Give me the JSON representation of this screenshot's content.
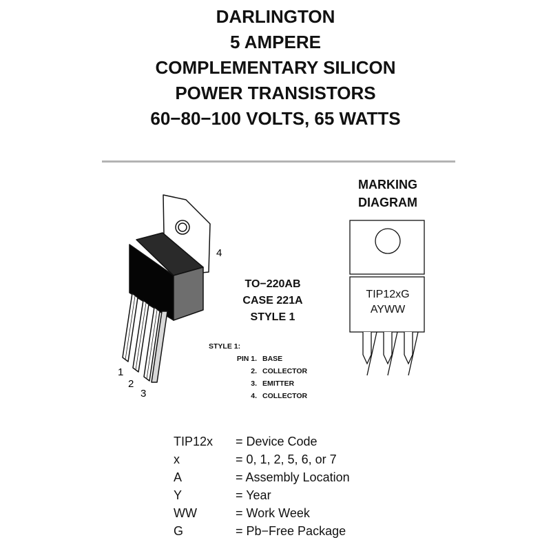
{
  "title": {
    "lines": [
      "DARLINGTON",
      "5 AMPERE",
      "COMPLEMENTARY SILICON",
      "POWER TRANSISTORS",
      "60−80−100 VOLTS, 65 WATTS"
    ]
  },
  "package": {
    "lines": [
      "TO−220AB",
      "CASE 221A",
      "STYLE 1"
    ],
    "tab_pin_label": "4",
    "pin_labels": [
      "1",
      "2",
      "3"
    ]
  },
  "marking_diagram": {
    "title_lines": [
      "MARKING",
      "DIAGRAM"
    ],
    "marking_lines": [
      "TIP12xG",
      "AYWW"
    ]
  },
  "style_pins": {
    "header": "STYLE 1:",
    "rows": [
      {
        "num": "PIN 1.",
        "name": "BASE"
      },
      {
        "num": "2.",
        "name": "COLLECTOR"
      },
      {
        "num": "3.",
        "name": "EMITTER"
      },
      {
        "num": "4.",
        "name": "COLLECTOR"
      }
    ]
  },
  "legend": [
    {
      "code": "TIP12x",
      "desc": "= Device Code"
    },
    {
      "code": "x",
      "desc": "= 0, 1, 2, 5, 6, or 7"
    },
    {
      "code": "A",
      "desc": "= Assembly Location"
    },
    {
      "code": "Y",
      "desc": "= Year"
    },
    {
      "code": "WW",
      "desc": "= Work Week"
    },
    {
      "code": "G",
      "desc": "= Pb−Free Package"
    }
  ]
}
